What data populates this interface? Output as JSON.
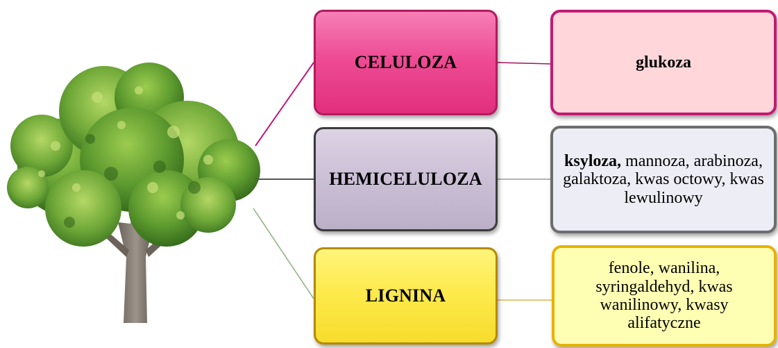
{
  "rows": [
    {
      "category": "CELULOZA",
      "products_bold": "",
      "products": "glukoza",
      "colors": {
        "category_fill": "#ee4c95",
        "product_fill": "#ffd7da",
        "product_border": "#c21a73",
        "connector": "#c2187a"
      }
    },
    {
      "category": "HEMICELULOZA",
      "products_bold": "ksyloza,",
      "products": " mannoza, arabinoza, galaktoza, kwas octowy, kwas lewulinowy",
      "colors": {
        "category_fill": "#cbbfd6",
        "product_fill": "#ededf6",
        "product_border": "#6d6d6d",
        "connector": "#555555"
      }
    },
    {
      "category": "LIGNINA",
      "products_bold": "",
      "products": "fenole, wanilina, syringaldehyd, kwas wanilinowy, kwasy alifatyczne",
      "colors": {
        "category_fill": "#fde94a",
        "product_fill": "#ffffb4",
        "product_border": "#e6b300",
        "connector": "#7aa86a"
      }
    }
  ],
  "tree_icon": "tree-icon"
}
